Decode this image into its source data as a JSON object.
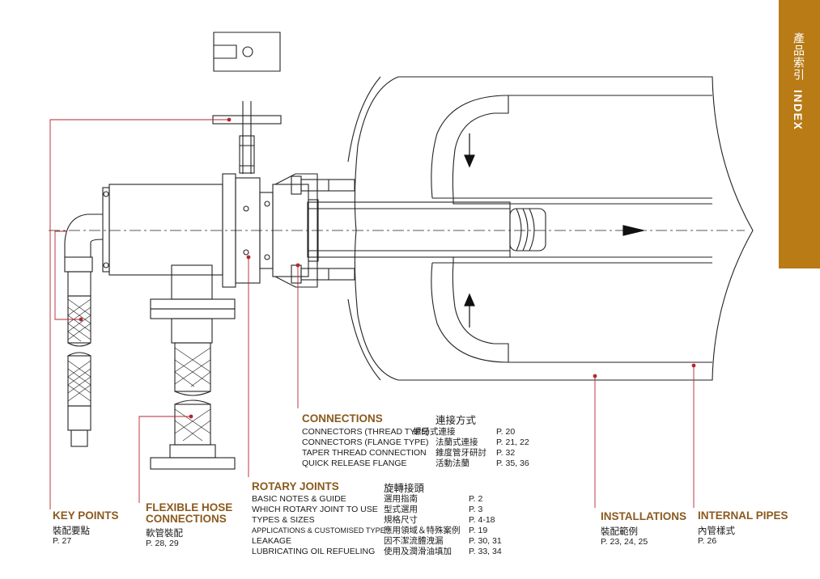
{
  "index_tab": {
    "zh": "產品索引",
    "en": "INDEX",
    "color": "#b87b16"
  },
  "accent_color": "#8a5a1e",
  "sections": {
    "key_points": {
      "title": "KEY POINTS",
      "zh": "裝配要點",
      "page": "P. 27"
    },
    "flexible_hose": {
      "title_line1": "FLEXIBLE HOSE",
      "title_line2": "CONNECTIONS",
      "zh": "軟管裝配",
      "page": "P. 28, 29"
    },
    "connections": {
      "title": "CONNECTIONS",
      "zh": "連接方式",
      "items": [
        {
          "en": "CONNECTORS (THREAD TYPE)",
          "zh": "螺牙式連接",
          "page": "P. 20"
        },
        {
          "en": "CONNECTORS (FLANGE TYPE)",
          "zh": "法蘭式連接",
          "page": "P. 21, 22"
        },
        {
          "en": "TAPER THREAD CONNECTION",
          "zh": "錐度管牙研討",
          "page": "P. 32"
        },
        {
          "en": "QUICK RELEASE FLANGE",
          "zh": "活動法蘭",
          "page": "P. 35, 36"
        }
      ]
    },
    "rotary_joints": {
      "title": "ROTARY JOINTS",
      "zh": "旋轉接頭",
      "items": [
        {
          "en": "BASIC NOTES & GUIDE",
          "zh": "選用指南",
          "page": "P. 2"
        },
        {
          "en": "WHICH ROTARY JOINT TO USE",
          "zh": "型式選用",
          "page": "P. 3"
        },
        {
          "en": "TYPES & SIZES",
          "zh": "規格尺寸",
          "page": "P. 4-18"
        },
        {
          "en": "APPLICATIONS & CUSTOMISED TYPE",
          "zh": "應用領域＆特殊案例",
          "page": "P. 19"
        },
        {
          "en": "LEAKAGE",
          "zh": "因不潔流體洩漏",
          "page": "P. 30, 31"
        },
        {
          "en": "LUBRICATING OIL REFUELING",
          "zh": "使用及潤滑油填加",
          "page": "P. 33, 34"
        }
      ]
    },
    "installations": {
      "title": "INSTALLATIONS",
      "zh": "裝配範例",
      "page": "P. 23, 24, 25"
    },
    "internal_pipes": {
      "title": "INTERNAL PIPES",
      "zh": "內管樣式",
      "page": "P. 26"
    }
  }
}
